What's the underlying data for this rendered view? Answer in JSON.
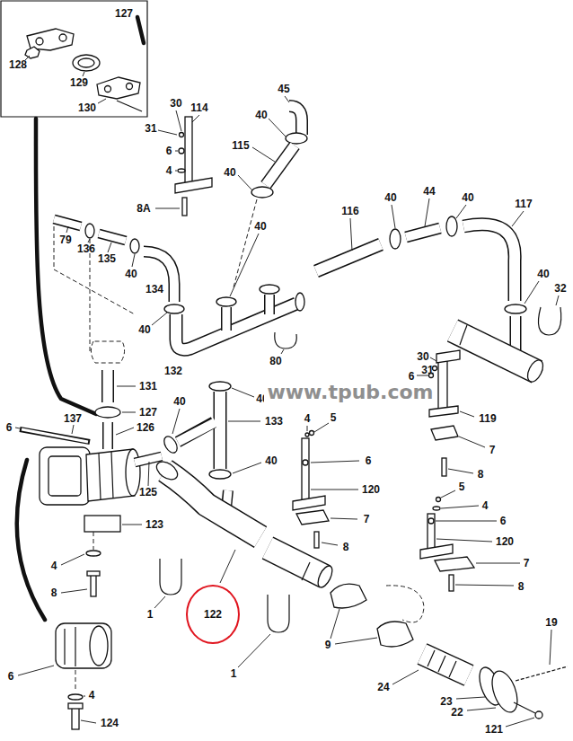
{
  "diagram": {
    "nodes": [
      {
        "text": [
          "122"
        ]
      }
    ],
    "labels": [
      "127",
      "128",
      "129",
      "130",
      "30",
      "31",
      "114",
      "45",
      "6",
      "4",
      "40",
      "115",
      "40",
      "8A",
      "79",
      "136",
      "135",
      "40",
      "134",
      "116",
      "40",
      "44",
      "40",
      "117",
      "40",
      "40",
      "32",
      "40",
      "132",
      "80",
      "131",
      "40",
      "40",
      "127",
      "30",
      "31",
      "6",
      "119",
      "133",
      "6",
      "137",
      "126",
      "4",
      "5",
      "7",
      "125",
      "6",
      "40",
      "8",
      "120",
      "5",
      "4",
      "123",
      "7",
      "6",
      "120",
      "8",
      "4",
      "7",
      "8",
      "8",
      "1",
      "9",
      "19",
      "1",
      "6",
      "24",
      "23",
      "4",
      "22",
      "124",
      "121",
      "www.tpub.com"
    ]
  }
}
